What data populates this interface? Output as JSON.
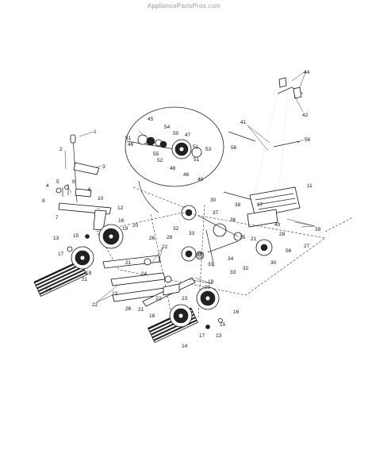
{
  "watermark": "AppliancePartsPros.com",
  "callouts": [
    "1",
    "2",
    "3",
    "4",
    "5",
    "6",
    "7",
    "8",
    "9",
    "10",
    "11",
    "12",
    "13",
    "14",
    "15",
    "16",
    "17",
    "18",
    "19",
    "20",
    "21",
    "22",
    "23",
    "24",
    "25",
    "26",
    "27",
    "28",
    "29",
    "30",
    "31",
    "32",
    "33",
    "34",
    "35",
    "36",
    "37",
    "38",
    "39",
    "40",
    "41",
    "42",
    "44",
    "45",
    "46",
    "47",
    "48",
    "49",
    "50",
    "51",
    "52",
    "53",
    "54",
    "55",
    "56"
  ]
}
